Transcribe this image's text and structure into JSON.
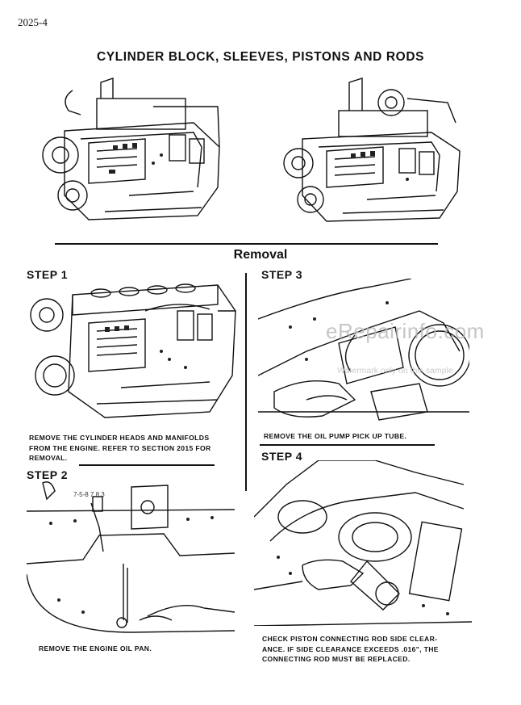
{
  "page_number": "2025-4",
  "title": "CYLINDER BLOCK, SLEEVES, PISTONS AND RODS",
  "section_heading": "Removal",
  "steps": [
    {
      "label": "STEP 1",
      "caption": [
        "REMOVE THE CYLINDER HEADS AND MANIFOLDS",
        "FROM THE ENGINE. REFER TO SECTION 2015 FOR",
        "REMOVAL."
      ]
    },
    {
      "label": "STEP 2",
      "caption": [
        "REMOVE THE ENGINE OIL PAN."
      ]
    },
    {
      "label": "STEP 3",
      "caption": [
        "REMOVE THE OIL PUMP PICK UP TUBE."
      ]
    },
    {
      "label": "STEP 4",
      "caption": [
        "CHECK PISTON CONNECTING ROD SIDE CLEAR-",
        "ANCE. IF SIDE CLEARANCE EXCEEDS .016\", THE",
        "CONNECTING ROD MUST BE REPLACED."
      ]
    }
  ],
  "watermark": {
    "main": "eRepairinfo.com",
    "sub": "Watermark only on this sample"
  }
}
